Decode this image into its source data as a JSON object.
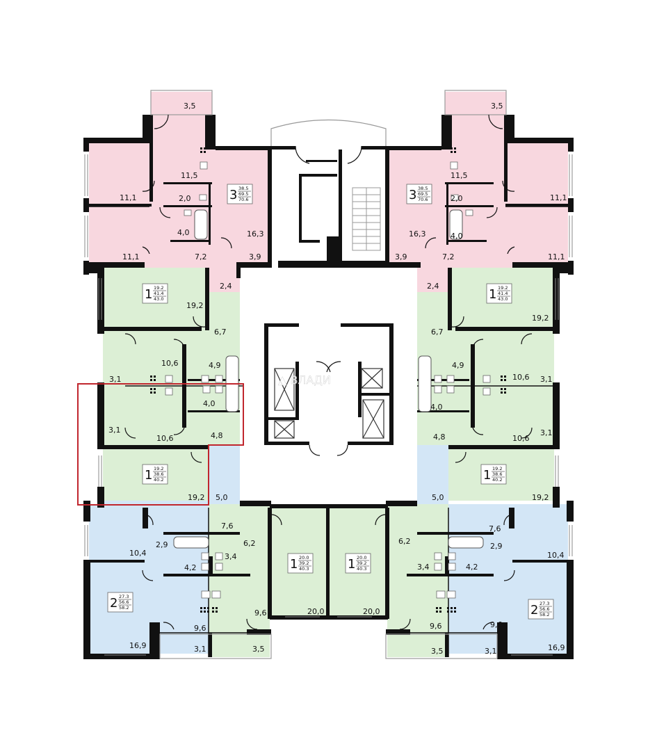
{
  "colors": {
    "pink": "#f8d7df",
    "green": "#dcefd5",
    "blue": "#d3e6f6",
    "wall": "#111111",
    "highlight": "#c0262d",
    "core": "#ffffff"
  },
  "watermark": "▲ ВЛАДИ",
  "badges": [
    {
      "rooms": "3",
      "l1": "38.5",
      "l2": "69.5",
      "l3": "70.6"
    },
    {
      "rooms": "3",
      "l1": "38.5",
      "l2": "69.5",
      "l3": "70.6"
    },
    {
      "rooms": "1",
      "l1": "19.2",
      "l2": "41.4",
      "l3": "43.0"
    },
    {
      "rooms": "1",
      "l1": "19.2",
      "l2": "41.4",
      "l3": "43.0"
    },
    {
      "rooms": "1",
      "l1": "19.2",
      "l2": "38.6",
      "l3": "40.2"
    },
    {
      "rooms": "1",
      "l1": "19.2",
      "l2": "38.6",
      "l3": "40.2"
    },
    {
      "rooms": "1",
      "l1": "20.0",
      "l2": "39.2",
      "l3": "40.3"
    },
    {
      "rooms": "1",
      "l1": "20.0",
      "l2": "39.2",
      "l3": "40.3"
    },
    {
      "rooms": "2",
      "l1": "27.3",
      "l2": "56.6",
      "l3": "58.2"
    },
    {
      "rooms": "2",
      "l1": "27.3",
      "l2": "56.6",
      "l3": "58.2"
    }
  ],
  "labels": [
    "3,5",
    "11,5",
    "11,1",
    "2,0",
    "4,0",
    "11,1",
    "7,2",
    "16,3",
    "3,9",
    "2,4",
    "3,5",
    "11,5",
    "11,1",
    "2,0",
    "4,0",
    "11,1",
    "7,2",
    "16,3",
    "3,9",
    "2,4",
    "19,2",
    "6,7",
    "10,6",
    "4,9",
    "3,1",
    "4,0",
    "3,1",
    "10,6",
    "4,8",
    "19,2",
    "5,0",
    "19,2",
    "6,7",
    "10,6",
    "4,9",
    "3,1",
    "4,0",
    "3,1",
    "10,6",
    "4,8",
    "19,2",
    "5,0",
    "7,6",
    "2,9",
    "6,2",
    "10,4",
    "3,4",
    "4,2",
    "9,6",
    "9,6",
    "3,1",
    "3,5",
    "16,9",
    "7,6",
    "2,9",
    "6,2",
    "10,4",
    "3,4",
    "4,2",
    "9,6",
    "9,6",
    "3,1",
    "3,5",
    "16,9",
    "20,0",
    "20,0"
  ]
}
